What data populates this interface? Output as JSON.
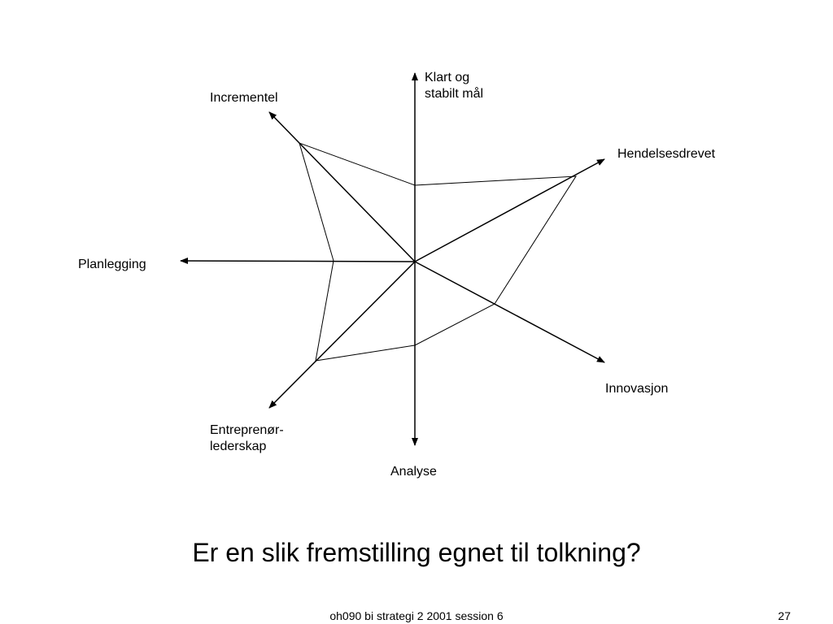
{
  "diagram": {
    "axes": [
      {
        "id": "klart",
        "label_lines": [
          "Klart og",
          "stabilt mål"
        ]
      },
      {
        "id": "hendelses",
        "label": "Hendelsesdrevet"
      },
      {
        "id": "innovasjon",
        "label": "Innovasjon"
      },
      {
        "id": "analyse",
        "label": "Analyse"
      },
      {
        "id": "entrepren",
        "label_lines": [
          "Entreprenør-",
          "lederskap"
        ]
      },
      {
        "id": "planlegging",
        "label": "Planlegging"
      },
      {
        "id": "incrementel",
        "label": "Incrementel"
      }
    ]
  },
  "question": "Er en slik fremstilling egnet til tolkning?",
  "footer": {
    "text": "oh090 bi strategi 2 2001 session 6",
    "page_number": "27"
  }
}
